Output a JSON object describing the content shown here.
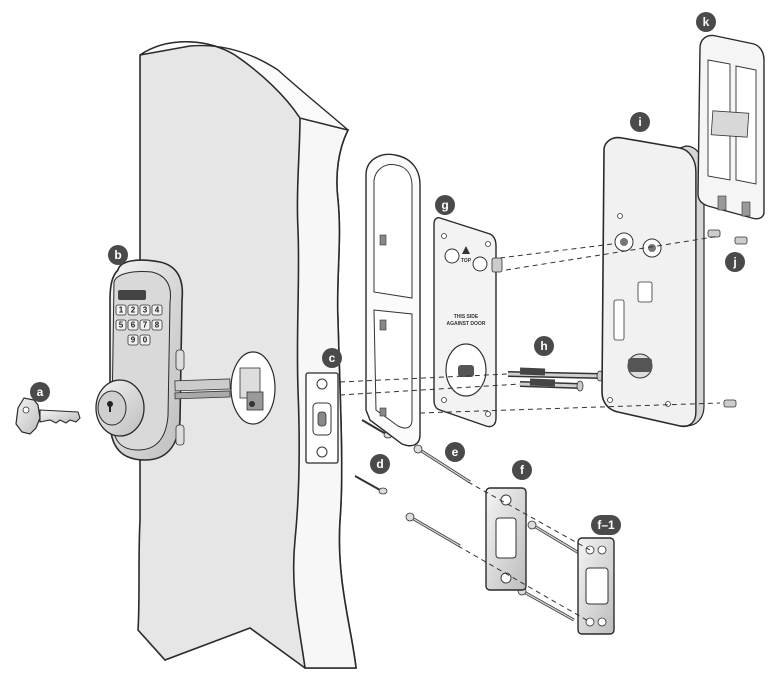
{
  "labels": {
    "a": "a",
    "b": "b",
    "c": "c",
    "d": "d",
    "e": "e",
    "f": "f",
    "f1": "f–1",
    "g": "g",
    "h": "h",
    "i": "i",
    "j": "j",
    "k": "k"
  },
  "plate_text": {
    "top": "TOP",
    "this_side": "THIS SIDE",
    "against_door": "AGAINST DOOR"
  },
  "keypad_keys": [
    "1",
    "2",
    "3",
    "4",
    "5",
    "6",
    "7",
    "8",
    "9",
    "0"
  ],
  "colors": {
    "label_badge": "#4a4a4a",
    "door_face": "#e8e8e8",
    "door_edge": "#f5f5f5",
    "line": "#2a2a2a"
  }
}
